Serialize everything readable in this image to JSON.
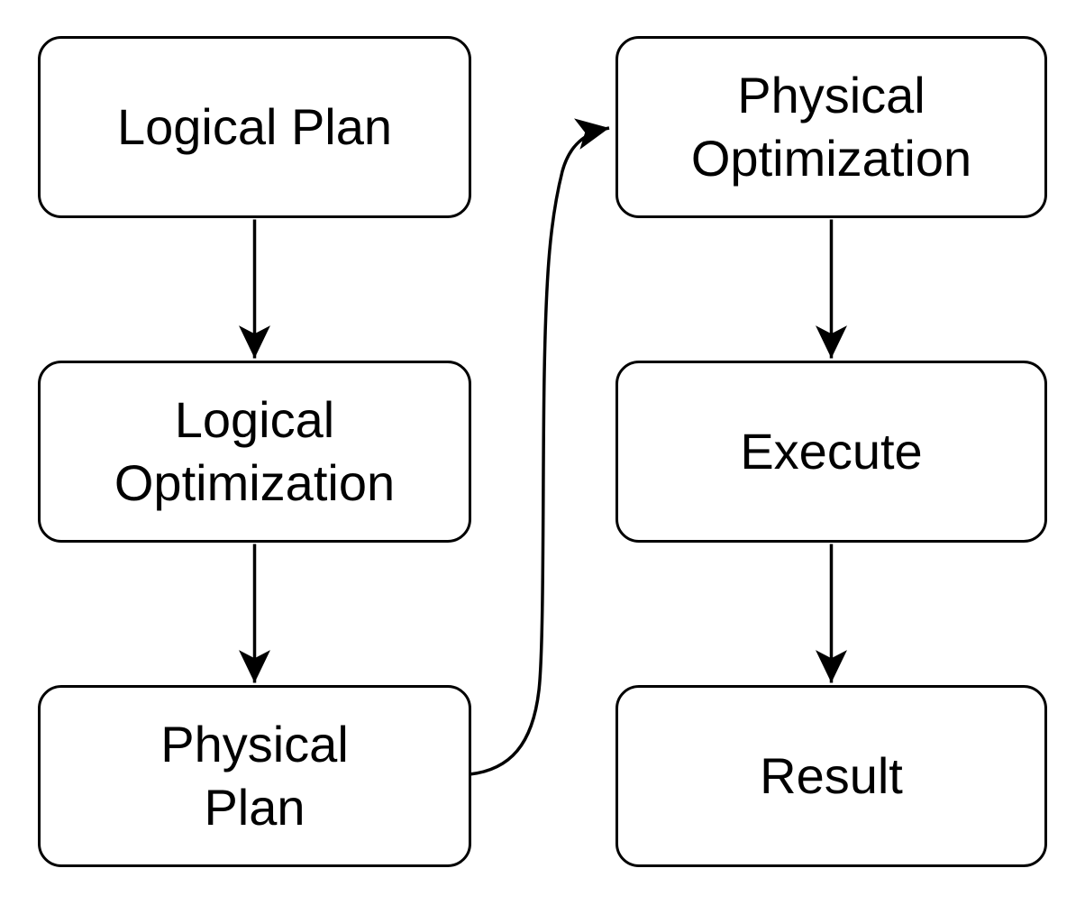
{
  "diagram": {
    "type": "flowchart",
    "colors": {
      "background": "#ffffff",
      "node_fill": "#ffffff",
      "stroke": "#000000",
      "text": "#000000"
    },
    "nodes": [
      {
        "id": "logical-plan",
        "label": [
          "Logical Plan"
        ]
      },
      {
        "id": "logical-optimization",
        "label": [
          "Logical",
          "Optimization"
        ]
      },
      {
        "id": "physical-plan",
        "label": [
          "Physical",
          "Plan"
        ]
      },
      {
        "id": "physical-optimization",
        "label": [
          "Physical",
          "Optimization"
        ]
      },
      {
        "id": "execute",
        "label": [
          "Execute"
        ]
      },
      {
        "id": "result",
        "label": [
          "Result"
        ]
      }
    ],
    "edges": [
      {
        "from": "logical-plan",
        "to": "logical-optimization",
        "style": "straight-down-arrow"
      },
      {
        "from": "logical-optimization",
        "to": "physical-plan",
        "style": "straight-down-arrow"
      },
      {
        "from": "physical-plan",
        "to": "physical-optimization",
        "style": "curved-up-arrow"
      },
      {
        "from": "physical-optimization",
        "to": "execute",
        "style": "straight-down-arrow"
      },
      {
        "from": "execute",
        "to": "result",
        "style": "straight-down-arrow"
      }
    ]
  }
}
